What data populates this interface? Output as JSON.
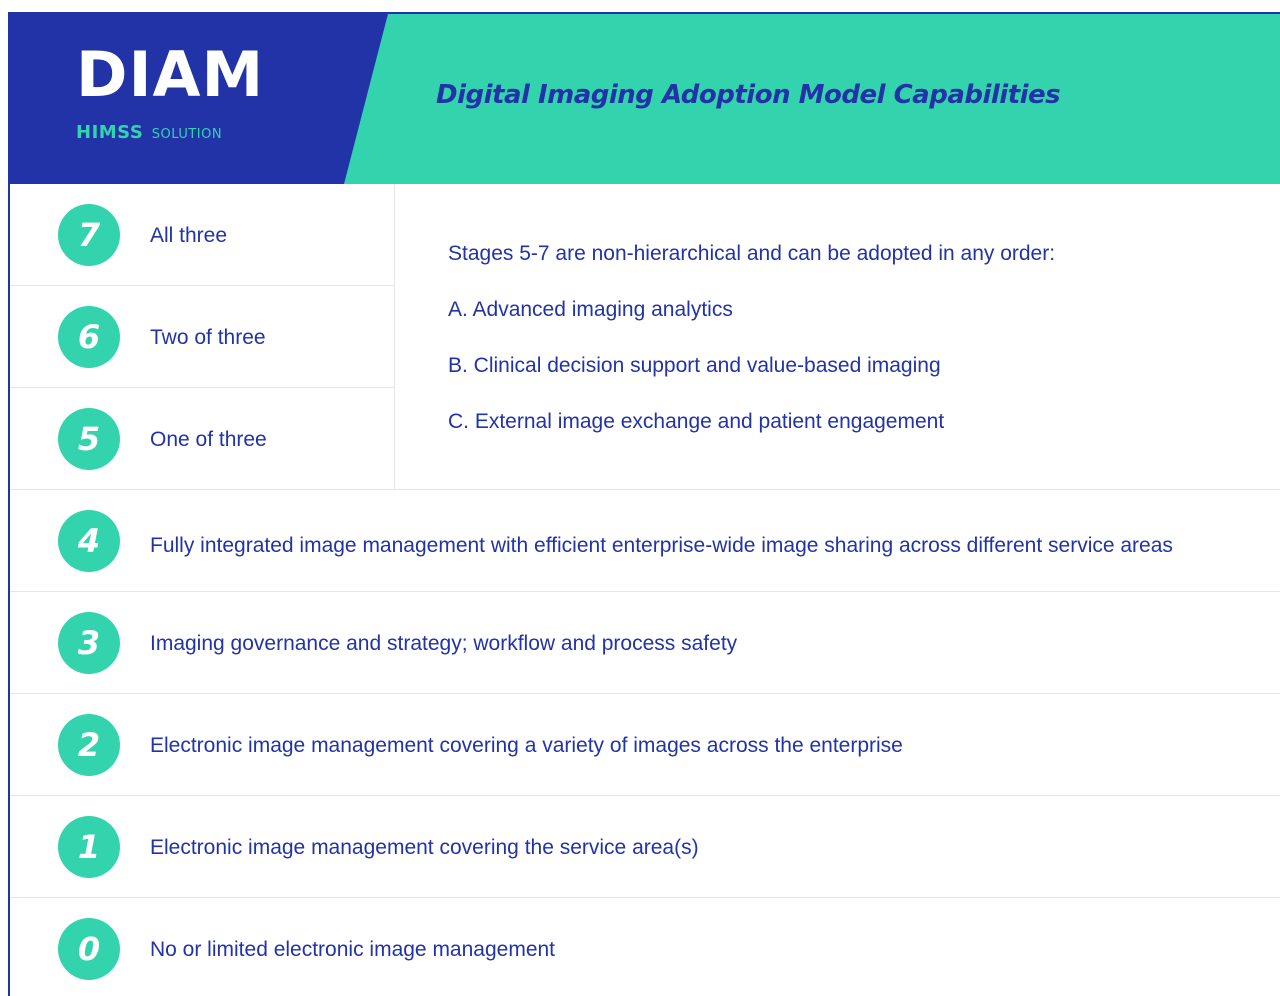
{
  "header": {
    "logo_main": "DIAM",
    "logo_brand": "HIMSS",
    "logo_tag": "SOLUTION",
    "title": "Digital Imaging Adoption Model Capabilities"
  },
  "colors": {
    "navy": "#2233a8",
    "teal": "#33d4ad",
    "divider": "#e6e6e6"
  },
  "stages_panel": {
    "intro": "Stages 5-7 are non-hierarchical and can be adopted in any order:",
    "items": [
      "A. Advanced imaging analytics",
      "B. Clinical decision support and value-based imaging",
      "C. External image exchange and patient engagement"
    ]
  },
  "stages": [
    {
      "number": "7",
      "label": "All three"
    },
    {
      "number": "6",
      "label": "Two of three"
    },
    {
      "number": "5",
      "label": "One of three"
    },
    {
      "number": "4",
      "label": "Fully integrated image management with efficient enterprise-wide image sharing across different service areas"
    },
    {
      "number": "3",
      "label": "Imaging governance and strategy; workflow and process safety"
    },
    {
      "number": "2",
      "label": "Electronic image management covering a variety of images across the enterprise"
    },
    {
      "number": "1",
      "label": "Electronic image management covering the service area(s)"
    },
    {
      "number": "0",
      "label": "No or limited electronic image management"
    }
  ]
}
